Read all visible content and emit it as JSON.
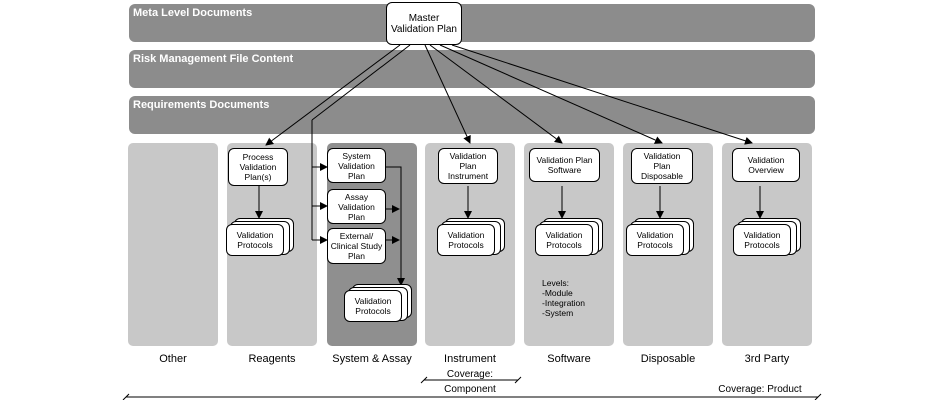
{
  "bands": {
    "meta": "Meta Level Documents",
    "risk": "Risk Management File Content",
    "requirements": "Requirements Documents"
  },
  "master": "Master Validation Plan",
  "columns": {
    "other": "Other",
    "reagents": "Reagents",
    "system_assay": "System & Assay",
    "instrument": "Instrument",
    "software": "Software",
    "disposable": "Disposable",
    "third_party": "3rd Party"
  },
  "plans": {
    "process": "Process Validation Plan(s)",
    "system": "System Validation Plan",
    "assay": "Assay Validation Plan",
    "external": "External/ Clinical Study Plan",
    "instrument": "Validation Plan Instrument",
    "software": "Validation Plan Software",
    "disposable": "Validation Plan Disposable",
    "overview": "Validation Overview"
  },
  "protocols": "Validation Protocols",
  "levels": [
    "Levels:",
    "-Module",
    "-Integration",
    "-System"
  ],
  "coverage": {
    "component_title": "Coverage:",
    "component": "Component",
    "product": "Coverage: Product"
  },
  "colors": {
    "band": "#8c8c8c",
    "column": "#c8c8c8",
    "column_dark": "#8f8f8f"
  }
}
